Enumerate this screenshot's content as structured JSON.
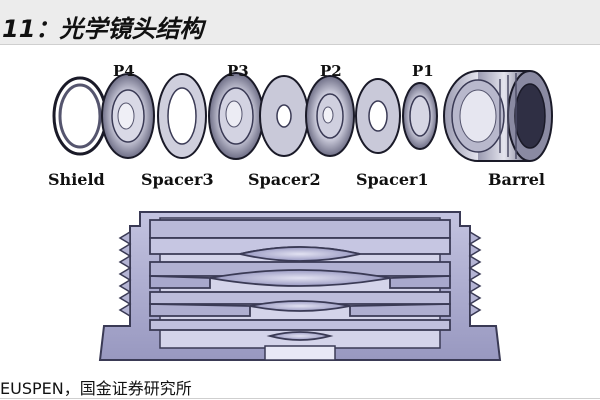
{
  "header": {
    "title": "11：光学镜头结构"
  },
  "exploded_view": {
    "lens_labels": [
      "P4",
      "P3",
      "P2",
      "P1"
    ],
    "part_labels": [
      "Shield",
      "Spacer3",
      "Spacer2",
      "Spacer1",
      "Barrel"
    ]
  },
  "footer": {
    "source": "EUSPEN，国金证券研究所"
  },
  "colors": {
    "part_fill": "#c8c8d8",
    "part_stroke": "#1a1a28",
    "section_fill": "#a9a9cc",
    "section_stroke": "#3a3a55"
  }
}
